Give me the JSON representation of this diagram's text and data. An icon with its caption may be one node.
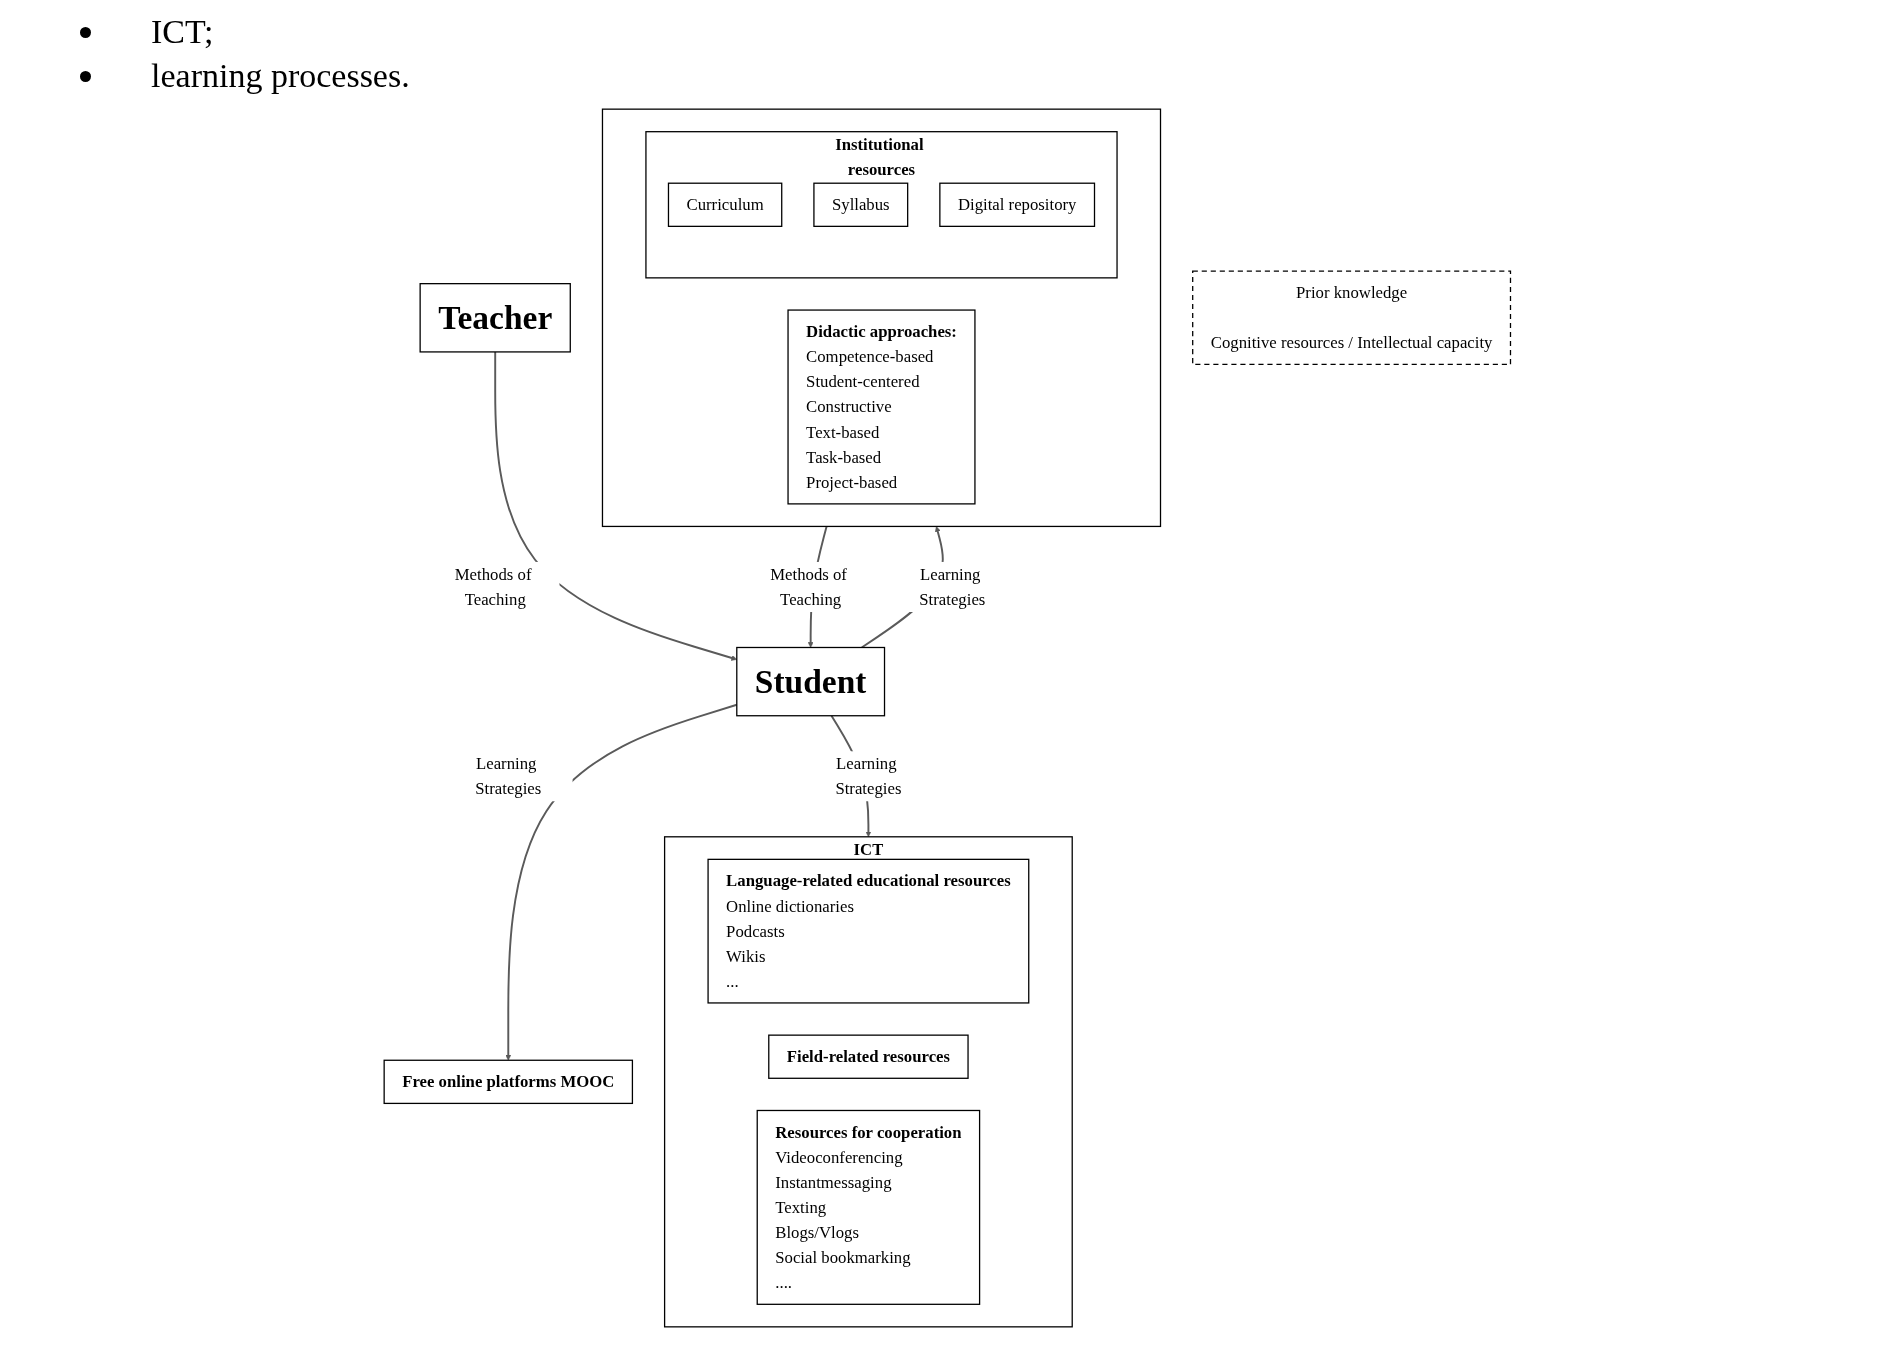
{
  "diagram": {
    "nodes": [
      {
        "text": [
          "ICT"
        ]
      },
      {
        "text": [
          "Language-related educational resources",
          "Online dictionaries",
          "Podcasts",
          "Wikis",
          "..."
        ],
        "in": 0
      },
      {
        "text": [
          "Field-related resources"
        ],
        "in": 0
      },
      {
        "text": [
          "Resources for cooperation",
          "Videoconferencing",
          "Instantmessaging",
          "Texting",
          "Blogs/Vlogs",
          "Social bookmarking",
          "...."
        ],
        "in": 0
      },
      {
        "text": [
          "Teacher"
        ]
      },
      {
        "text": [
          "Student"
        ]
      },
      {
        "text": [
          "Prior knowledge",
          "Cognitive resources / Intellectual capacity"
        ]
      },
      {
        "text": [],
        "shape": "bracket"
      },
      {
        "text": [
          "Institutional resources"
        ],
        "in": 7
      },
      {
        "text": [
          "Curriculum"
        ],
        "in": 8
      },
      {
        "text": [
          "Syllabus"
        ],
        "in": 8
      },
      {
        "text": [
          "Digital repository"
        ],
        "in": 8
      },
      {
        "text": [
          "Didactic approaches:",
          "Competence-based",
          "Student-centered",
          "Constructive",
          "Text-based",
          "Task-based",
          "Project-based"
        ],
        "in": 7
      },
      {
        "text": [
          "Free online platforms MOOC"
        ]
      }
    ],
    "edges": [
      {
        "from": 4,
        "to": 5,
        "arrow": "to",
        "label": "Methods of Teaching"
      },
      {
        "from": 5,
        "to": 0,
        "arrow": "to",
        "label": "Learning Strategies"
      },
      {
        "from": 7,
        "to": 5,
        "arrow": "to",
        "label": "Methods of Teaching"
      },
      {
        "from": 5,
        "to": 7,
        "arrow": "to",
        "label": "Learning Strategies"
      },
      {
        "from": 5,
        "to": 13,
        "arrow": "to",
        "label": "Learning Strategies"
      }
    ],
    "labels": [
      "ICT;",
      "learning processes."
    ]
  }
}
